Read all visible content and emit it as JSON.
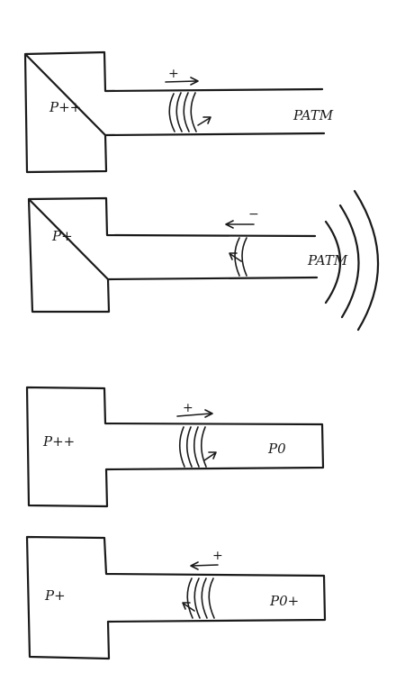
{
  "panels": [
    {
      "chamber_label": "P++",
      "pipe_label": "PATM",
      "arrow_sign": "+",
      "arrow_direction": "right",
      "pulse_direction": "right",
      "radiating_waves": false
    },
    {
      "chamber_label": "P+",
      "pipe_label": "PATM",
      "arrow_sign": "−",
      "arrow_direction": "left",
      "pulse_direction": "left",
      "radiating_waves": true
    },
    {
      "chamber_label": "P++",
      "pipe_label": "P0",
      "arrow_sign": "+",
      "arrow_direction": "right",
      "pulse_direction": "right",
      "radiating_waves": false
    },
    {
      "chamber_label": "P+",
      "pipe_label": "P0+",
      "arrow_sign": "+",
      "arrow_direction": "left",
      "pulse_direction": "left",
      "radiating_waves": false
    }
  ],
  "colors": {
    "ink": "#1a1a1a",
    "paper": "#ffffff"
  }
}
